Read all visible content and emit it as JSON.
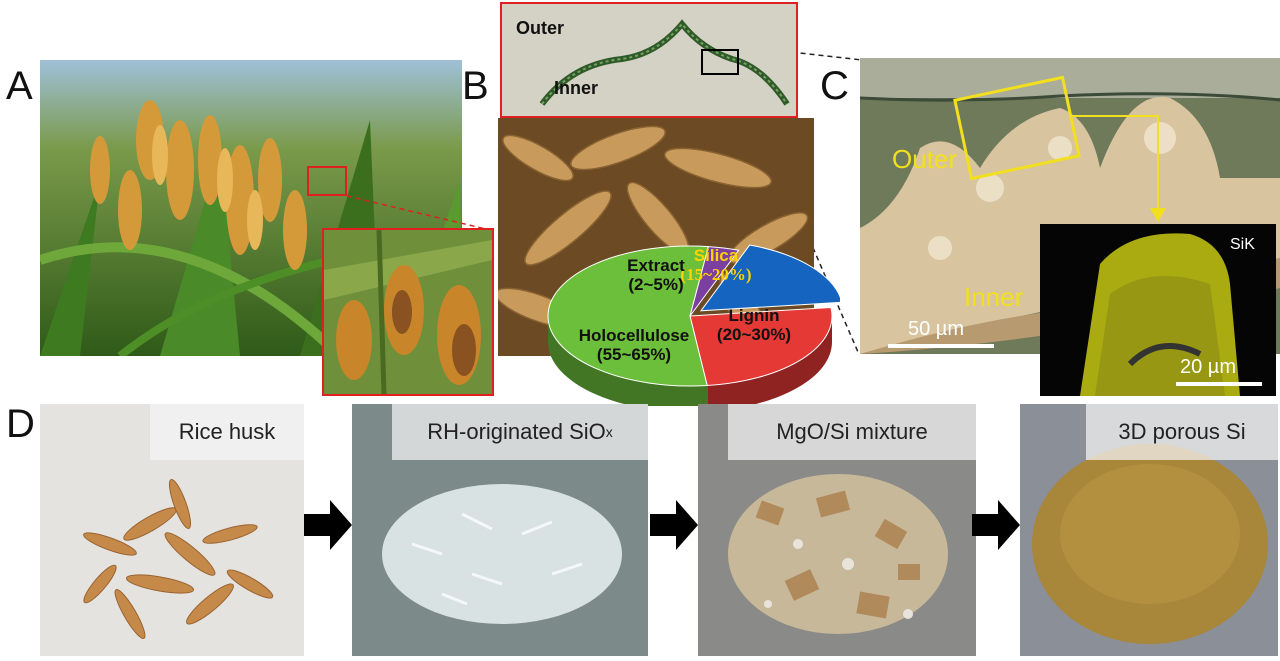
{
  "panels": {
    "A": {
      "label": "A"
    },
    "B": {
      "label": "B",
      "outer_label": "Outer",
      "inner_label": "Inner"
    },
    "C": {
      "label": "C",
      "outer_label": "Outer",
      "inner_label": "Inner",
      "scalebar_main": "50 µm",
      "map_element": "SiK",
      "scalebar_inset": "20 µm"
    },
    "D": {
      "label": "D"
    }
  },
  "chart_data": {
    "type": "pie",
    "slices": [
      {
        "name": "Silica",
        "range": "(15~20%)",
        "value": 17.5,
        "color": "#1565c0",
        "label_color": "#ffd200"
      },
      {
        "name": "Lignin",
        "range": "(20~30%)",
        "value": 25,
        "color": "#e53935",
        "label_color": "#111111"
      },
      {
        "name": "Holocellulose",
        "range": "(55~65%)",
        "value": 54,
        "color": "#6cbf3a",
        "label_color": "#111111"
      },
      {
        "name": "Extract",
        "range": "(2~5%)",
        "value": 3.5,
        "color": "#7b3fa0",
        "label_color": "#111111"
      }
    ]
  },
  "process_steps": [
    {
      "text": "Rice husk",
      "sub": ""
    },
    {
      "text": "RH-originated SiO",
      "sub": "x"
    },
    {
      "text": "MgO/Si mixture",
      "sub": ""
    },
    {
      "text": "3D porous Si",
      "sub": ""
    }
  ]
}
